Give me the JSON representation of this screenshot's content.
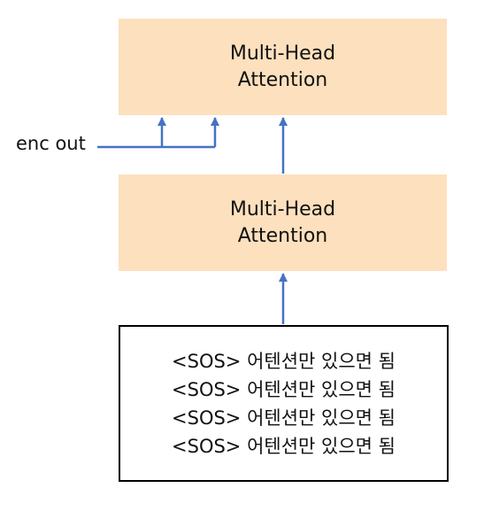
{
  "blocks": {
    "top": {
      "line1": "Multi-Head",
      "line2": "Attention"
    },
    "bottom": {
      "line1": "Multi-Head",
      "line2": "Attention"
    }
  },
  "encoder_label": "enc out",
  "input_lines": [
    "<SOS> 어텐션만 있으면 됨",
    "<SOS> 어텐션만 있으면 됨",
    "<SOS> 어텐션만 있으면 됨",
    "<SOS> 어텐션만 있으면 됨"
  ],
  "colors": {
    "block_fill": "#fde0bd",
    "arrow": "#4472c4",
    "box_border": "#000000"
  }
}
